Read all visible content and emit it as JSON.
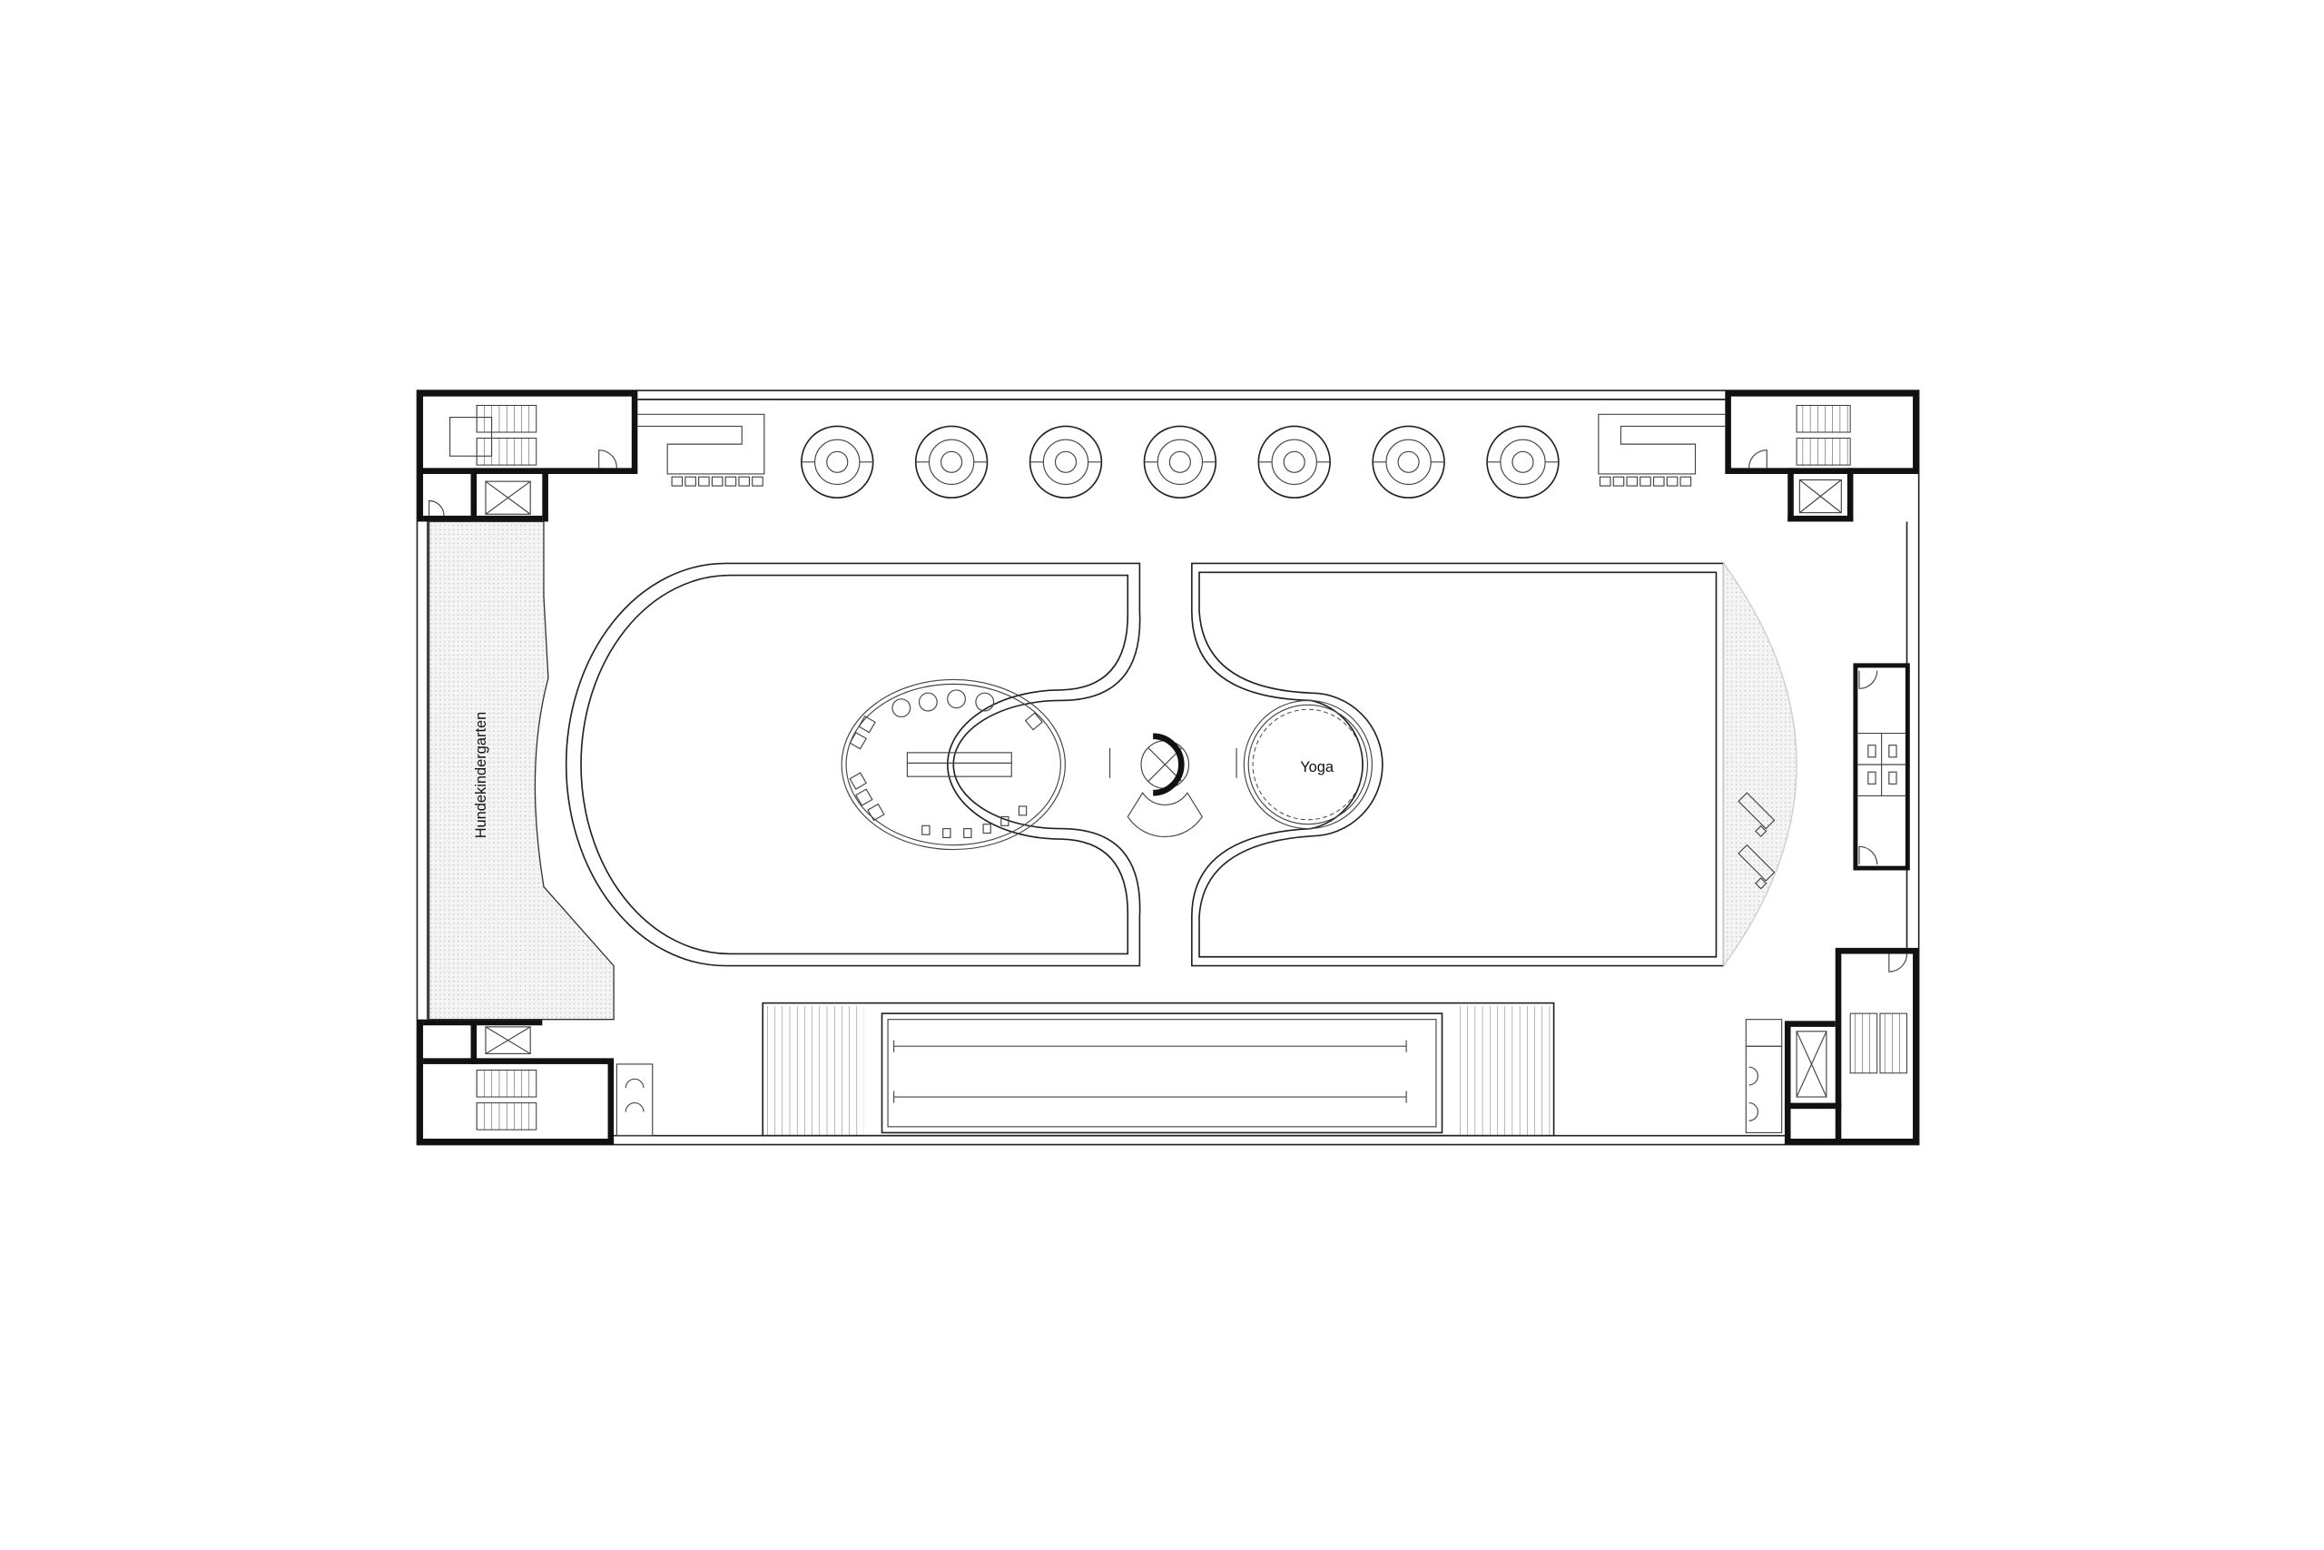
{
  "plan": {
    "labels": {
      "dog_daycare": "Hundekindergarten",
      "yoga": "Yoga"
    },
    "round_table_count": 7,
    "colors": {
      "line": "#222222",
      "background": "#ffffff",
      "wall": "#111111"
    }
  }
}
